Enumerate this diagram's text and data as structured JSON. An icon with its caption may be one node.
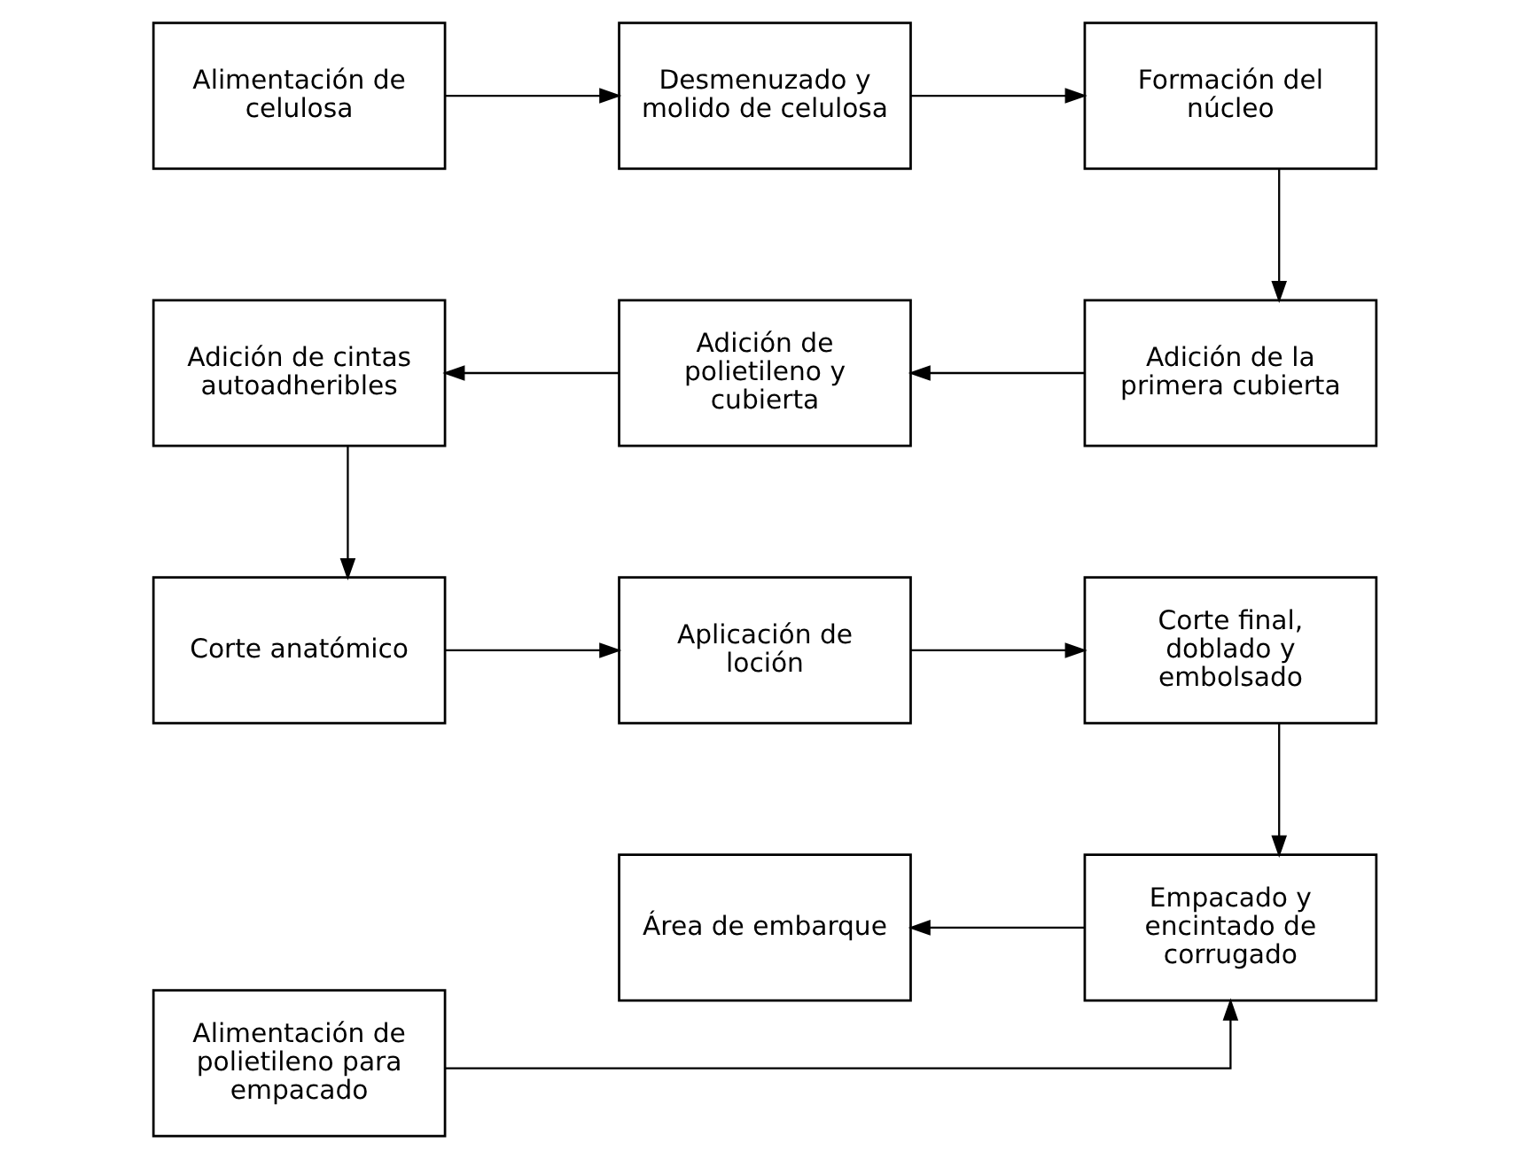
{
  "diagram": {
    "nodes": [
      {
        "text": [
          "Alimentación de celulosa"
        ]
      },
      {
        "text": [
          "Desmenuzado y molido de celulosa"
        ]
      },
      {
        "text": [
          "Formación del núcleo"
        ]
      },
      {
        "text": [
          "Adición de cintas autoadheribles"
        ]
      },
      {
        "text": [
          "Adición de polietileno y cubierta"
        ]
      },
      {
        "text": [
          "Adición de la primera cubierta"
        ]
      },
      {
        "text": [
          "Corte anatómico"
        ]
      },
      {
        "text": [
          "Aplicación de loción"
        ]
      },
      {
        "text": [
          "Corte final, doblado y embolsado"
        ]
      },
      {
        "text": [
          "Alimentación de polietileno para empacado"
        ]
      },
      {
        "text": [
          "Área de embarque"
        ]
      },
      {
        "text": [
          "Empacado y encintado de corrugado"
        ]
      }
    ],
    "edges": [
      {
        "from": 0,
        "to": 1,
        "arrow": "to"
      },
      {
        "from": 1,
        "to": 2,
        "arrow": "to"
      },
      {
        "from": 2,
        "to": 5,
        "arrow": "to"
      },
      {
        "from": 5,
        "to": 4,
        "arrow": "to"
      },
      {
        "from": 4,
        "to": 3,
        "arrow": "to"
      },
      {
        "from": 3,
        "to": 6,
        "arrow": "to"
      },
      {
        "from": 6,
        "to": 7,
        "arrow": "to"
      },
      {
        "from": 7,
        "to": 8,
        "arrow": "to"
      },
      {
        "from": 8,
        "to": 11,
        "arrow": "to"
      },
      {
        "from": 11,
        "to": 10,
        "arrow": "to"
      },
      {
        "from": 9,
        "to": 11,
        "arrow": "to"
      }
    ]
  }
}
